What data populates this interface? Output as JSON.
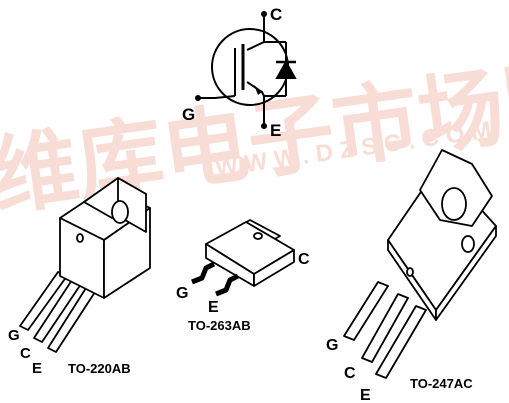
{
  "symbol": {
    "terminal_collector": "C",
    "terminal_gate": "G",
    "terminal_emitter": "E"
  },
  "packages": [
    {
      "name": "TO-220AB",
      "pins": [
        "G",
        "C",
        "E"
      ]
    },
    {
      "name": "TO-263AB",
      "pins": [
        "G",
        "E",
        "C"
      ]
    },
    {
      "name": "TO-247AC",
      "pins": [
        "G",
        "C",
        "E"
      ]
    }
  ],
  "watermark": {
    "url": "WWW.DZSC.COM",
    "chars": "维库电子市场网"
  },
  "colors": {
    "ink": "#000000",
    "watermark": "#f2c2b4",
    "body_fill": "#ffffff"
  }
}
